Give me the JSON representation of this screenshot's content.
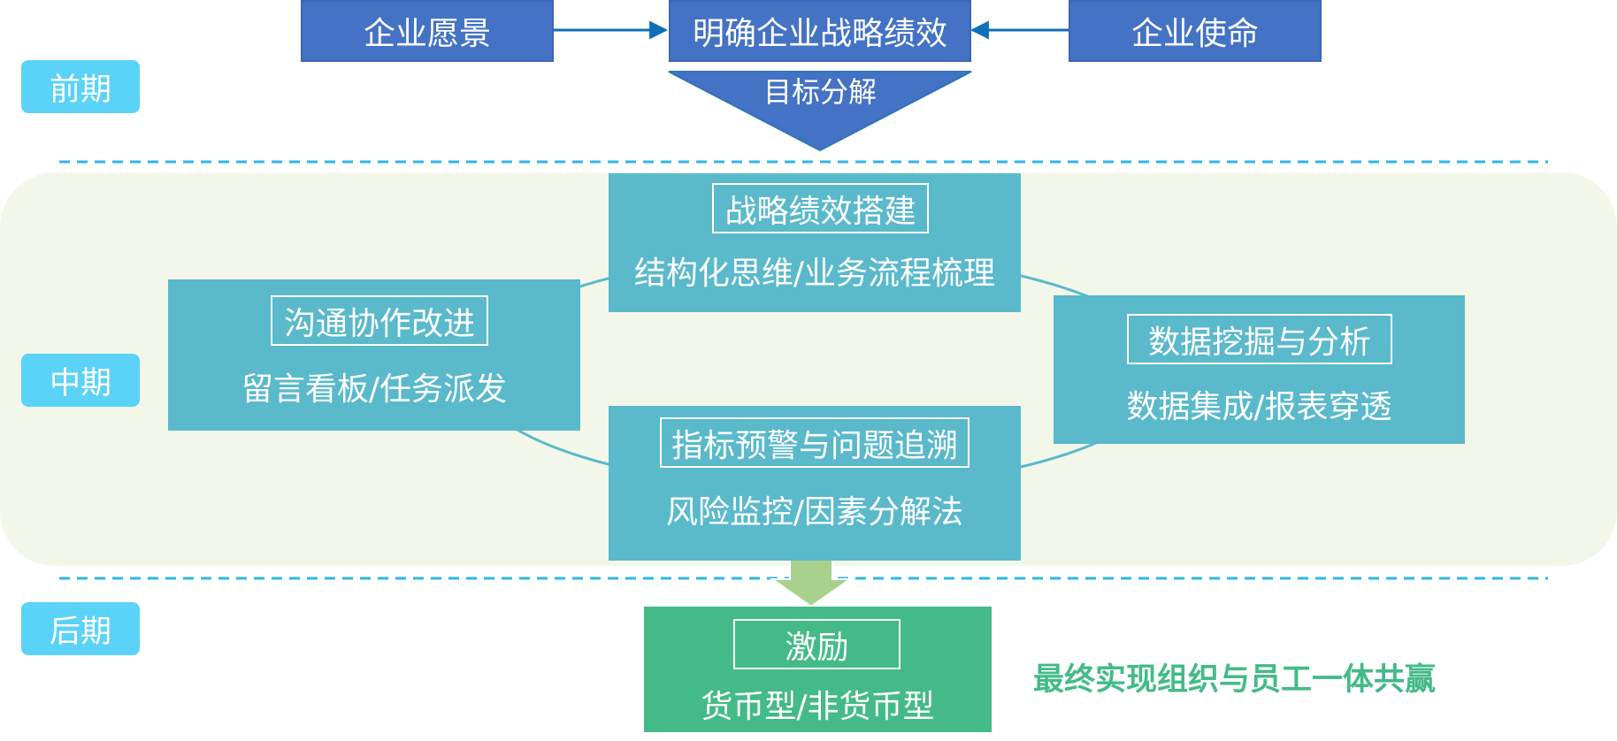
{
  "phases": {
    "early": "前期",
    "middle": "中期",
    "late": "后期"
  },
  "top": {
    "vision": "企业愿景",
    "strategy": "明确企业战略绩效",
    "mission": "企业使命",
    "decompose": "目标分解"
  },
  "middle": {
    "strategy_build": {
      "title": "战略绩效搭建",
      "detail": "结构化思维/业务流程梳理"
    },
    "communication": {
      "title": "沟通协作改进",
      "detail": "留言看板/任务派发"
    },
    "data_mining": {
      "title": "数据挖掘与分析",
      "detail": "数据集成/报表穿透"
    },
    "warning": {
      "title": "指标预警与问题追溯",
      "detail": "风险监控/因素分解法"
    }
  },
  "late": {
    "incentive": {
      "title": "激励",
      "detail": "货币型/非货币型"
    },
    "slogan": "最终实现组织与员工一体共赢"
  },
  "colors": {
    "phase_tag": "#5BD2F7",
    "top_box": "#4472C4",
    "middle_box": "#5AB9CB",
    "incentive_box": "#44BA88",
    "band": "#F3F7EA",
    "divider": "#2FB5EA",
    "down_arrow": "#A9D18E"
  }
}
